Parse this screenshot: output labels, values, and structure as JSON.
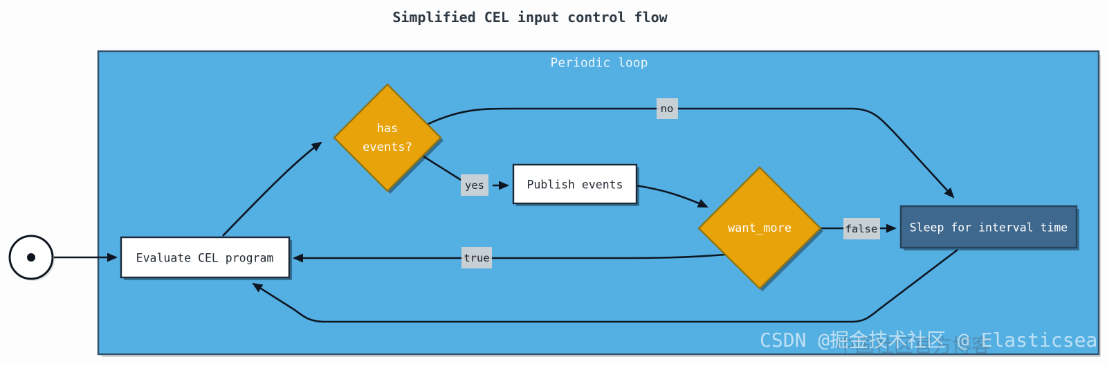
{
  "title": "Simplified CEL input control flow",
  "panel": {
    "label": "Periodic loop"
  },
  "nodes": {
    "evaluate": {
      "label": "Evaluate CEL program"
    },
    "has_events": {
      "line1": "has",
      "line2": "events?"
    },
    "publish": {
      "label": "Publish events"
    },
    "want_more": {
      "label": "want_more"
    },
    "sleep": {
      "label": "Sleep for interval time"
    }
  },
  "edge_labels": {
    "yes": "yes",
    "no": "no",
    "false": "false",
    "true": "true"
  },
  "watermark": {
    "front": "CSDN @掘金技术社区 @ Elasticsearch中",
    "back": "中国社区官方博客"
  },
  "colors": {
    "title_text": "#2e3842",
    "panel_fill": "#54afe2",
    "panel_border": "#33536e",
    "box_border": "#1b2838",
    "diamond_fill": "#e9a30a",
    "diamond_border": "#8f7516",
    "sleep_fill": "#3f688e",
    "sleep_border": "#24425c",
    "edge": "#0e1621",
    "label_bg": "#d4d4d4"
  }
}
